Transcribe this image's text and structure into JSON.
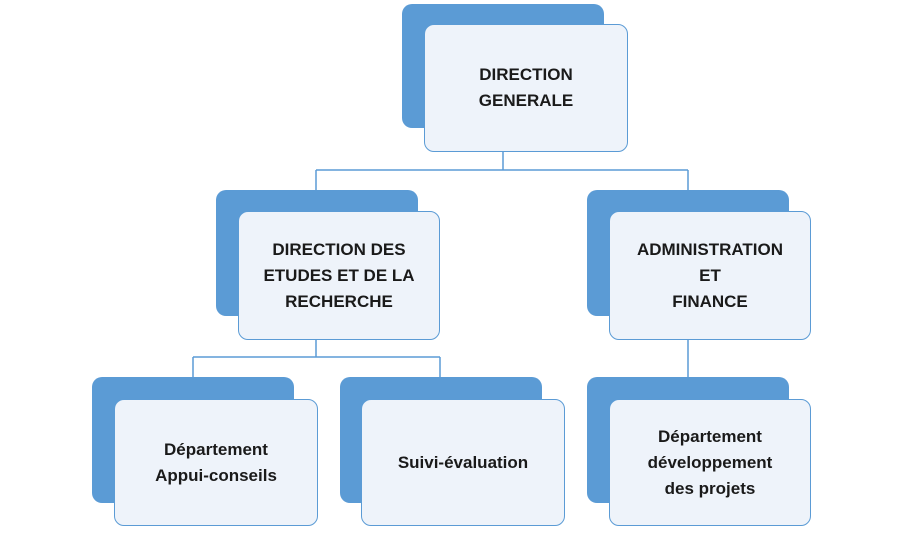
{
  "nodes": {
    "direction_generale": {
      "label": "DIRECTION\nGENERALE"
    },
    "direction_etudes": {
      "label": "DIRECTION  DES\nETUDES ET DE LA\nRECHERCHE"
    },
    "administration_finance": {
      "label": "ADMINISTRATION\nET\nFINANCE"
    },
    "departement_appui": {
      "label": "Département\nAppui-conseils"
    },
    "suivi_evaluation": {
      "label": "Suivi-évaluation"
    },
    "departement_projets": {
      "label": "Département\ndéveloppement\ndes projets"
    }
  },
  "colors": {
    "box_back": "#5b9bd5",
    "box_front": "#eef3fa",
    "connector": "#5b9bd5"
  }
}
